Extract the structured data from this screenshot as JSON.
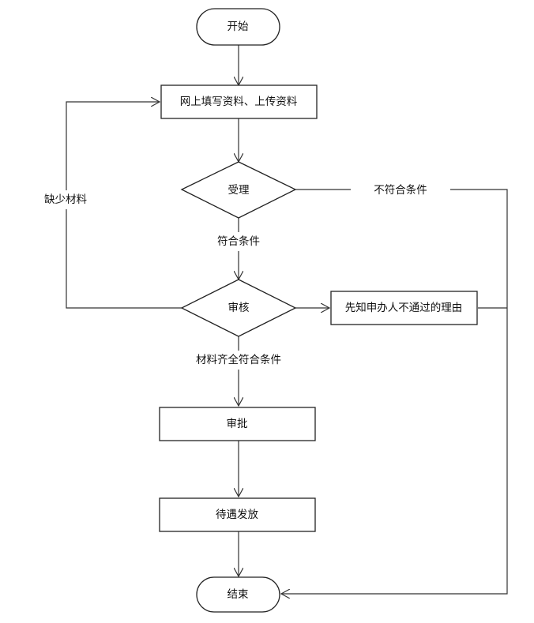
{
  "nodes": {
    "start": "开始",
    "fill_online": "网上填写资料、上传资料",
    "accept": "受理",
    "review": "审核",
    "notify": "先知申办人不通过的理由",
    "approve": "审批",
    "payment": "待遇发放",
    "end": "结束"
  },
  "edges": {
    "not_qualified": "不符合条件",
    "qualified": "符合条件",
    "missing_materials": "缺少材料",
    "all_materials_qualified": "材料齐全符合条件"
  }
}
